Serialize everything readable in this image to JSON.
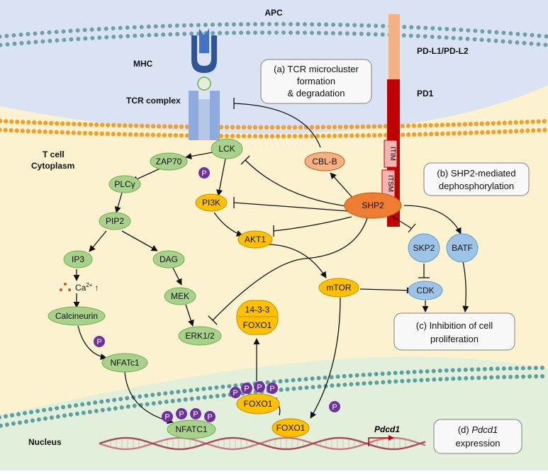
{
  "regions": {
    "apc": "APC",
    "mhc": "MHC",
    "tcr_complex": "TCR complex",
    "t_cell_line1": "T cell",
    "t_cell_line2": "Cytoplasm",
    "nucleus": "Nucleus",
    "pdl": "PD-L1/PD-L2",
    "pd1": "PD1",
    "itim": "ITIM",
    "itsm": "ITSM"
  },
  "nodes": {
    "lck": "LCK",
    "zap70": "ZAP70",
    "plcg": "PLCγ",
    "pip2": "PIP2",
    "ip3": "IP3",
    "dag": "DAG",
    "ca": "Ca",
    "ca_sup": "2+",
    "ca_arrow": "↑",
    "calcineurin": "Calcineurin",
    "mek": "MEK",
    "erk": "ERK1/2",
    "nfatc1": "NFATc1",
    "nfatc1_nuc": "NFATC1",
    "pi3k": "PI3K",
    "akt1": "AKT1",
    "mtor": "mTOR",
    "cblb": "CBL-B",
    "shp2": "SHP2",
    "skp2": "SKP2",
    "batf": "BATF",
    "cdk": "CDK",
    "foxo1_a": "14-3-3",
    "foxo1_b": "FOXO1",
    "foxo1_p": "FOXO1",
    "foxo1_n": "FOXO1",
    "p": "P",
    "pdcd1": "Pdcd1"
  },
  "boxes": {
    "a": [
      "(a) TCR microcluster",
      "formation",
      "& degradation"
    ],
    "b": [
      "(b) SHP2-mediated",
      "dephosphorylation"
    ],
    "c": [
      "(c) Inhibition of  cell",
      "proliferation"
    ],
    "d_italic": "Pdcd1",
    "d_prefix": "(d) ",
    "d_line2": "expression"
  },
  "colors": {
    "green": "#a9d18e",
    "green_stroke": "#70ad47",
    "yellow": "#ffc000",
    "yellow_stroke": "#bf9000",
    "blue": "#9dc3e6",
    "blue_stroke": "#5b9bd5",
    "salmon": "#f4b183",
    "orange": "#ed7d31",
    "purple": "#7030a0",
    "pd1": "#c00000",
    "cyto": "#fdf2d0",
    "apc": "#dae3f3",
    "nuc": "#e2efda"
  }
}
